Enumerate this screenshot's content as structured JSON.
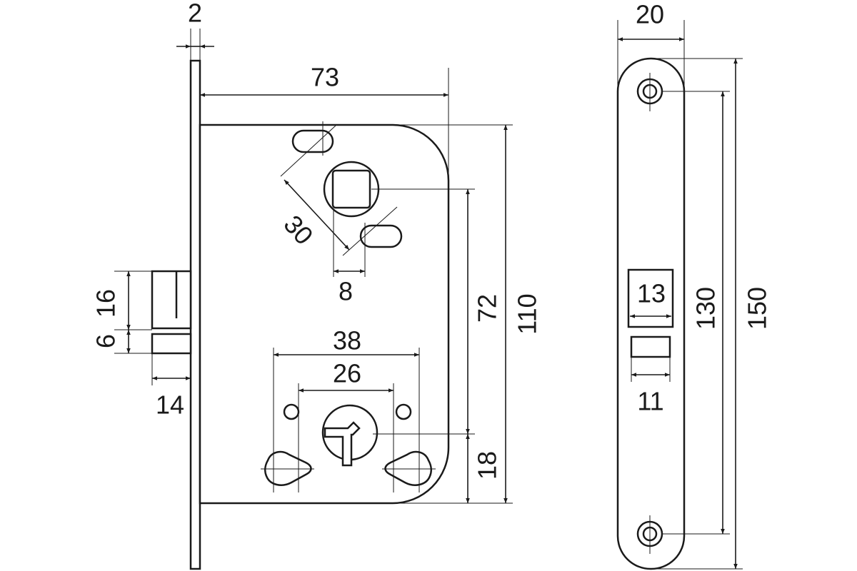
{
  "lock_body": {
    "faceplate_thickness": "2",
    "body_depth": "73",
    "slot_spacing": "30",
    "slot_offset": "8",
    "spindle_to_cylinder": "72",
    "body_height": "110",
    "latch_height": "16",
    "lower_bolt_height": "6",
    "latch_projection": "14",
    "outer_hole_spacing": "38",
    "inner_hole_spacing": "26",
    "cylinder_to_bottom": "18"
  },
  "strike_plate": {
    "width": "20",
    "latch_opening_width": "13",
    "hole_spacing": "130",
    "height": "150",
    "lower_opening_width": "11"
  }
}
